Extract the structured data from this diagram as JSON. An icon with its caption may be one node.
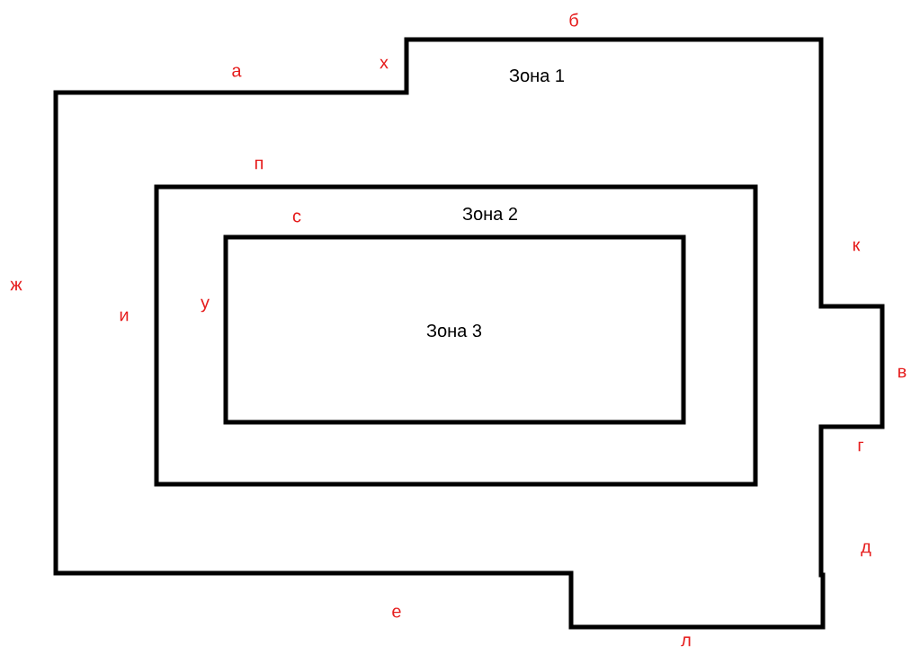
{
  "diagram": {
    "nodes": [
      {
        "text": [
          "Зона 1"
        ]
      },
      {
        "text": [
          "Зона 2"
        ],
        "in": 0
      },
      {
        "text": [
          "Зона 3"
        ],
        "in": 1
      }
    ],
    "labels": [
      "б",
      "х",
      "а",
      "п",
      "с",
      "к",
      "ж",
      "у",
      "и",
      "в",
      "г",
      "д",
      "е",
      "л"
    ]
  }
}
